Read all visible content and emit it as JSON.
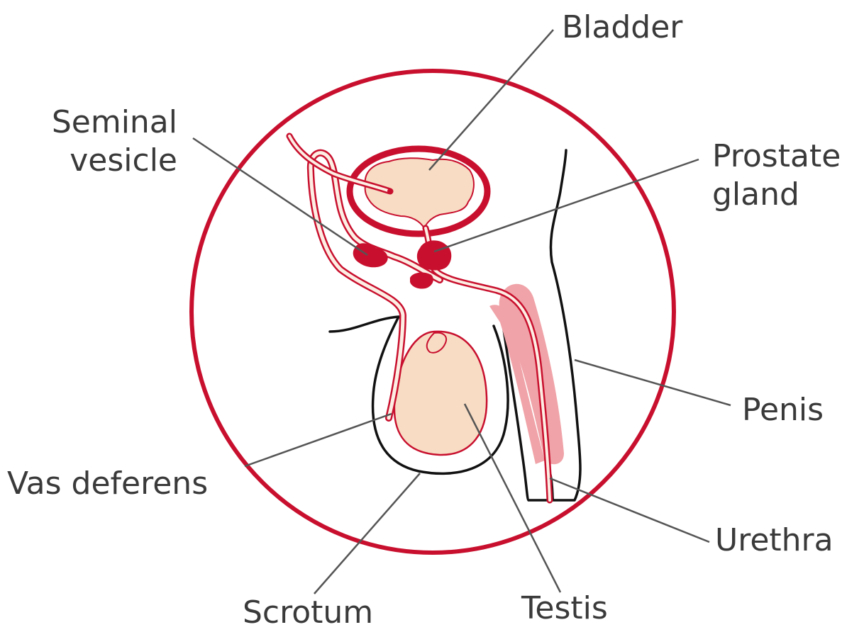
{
  "labels": {
    "bladder": "Bladder",
    "seminal_vesicle_line1": "Seminal",
    "seminal_vesicle_line2": "vesicle",
    "prostate_line1": "Prostate",
    "prostate_line2": "gland",
    "penis": "Penis",
    "vas_deferens": "Vas deferens",
    "urethra": "Urethra",
    "scrotum": "Scrotum",
    "testis": "Testis"
  },
  "colors": {
    "circle": "#c8102e",
    "organ_dark": "#c8102e",
    "tissue_fill": "#f8dcc4",
    "erectile_pink": "#f0a3a8",
    "outline": "#111111",
    "leader_line": "#555555",
    "label_text": "#3a3a3a"
  }
}
